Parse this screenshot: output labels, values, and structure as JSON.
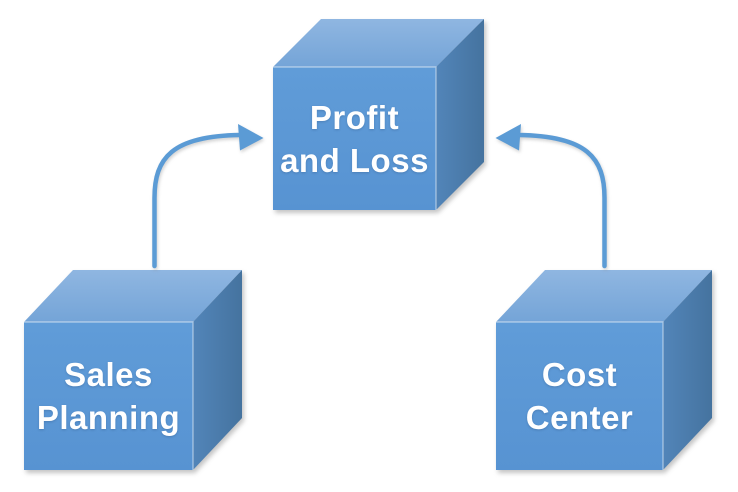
{
  "diagram": {
    "nodes": [
      {
        "id": "profit-and-loss",
        "label": "Profit and Loss",
        "line1": "Profit",
        "line2": "and Loss",
        "position": "top-center",
        "shape": "cube"
      },
      {
        "id": "sales-planning",
        "label": "Sales Planning",
        "line1": "Sales",
        "line2": "Planning",
        "position": "bottom-left",
        "shape": "cube"
      },
      {
        "id": "cost-center",
        "label": "Cost Center",
        "line1": "Cost",
        "line2": "Center",
        "position": "bottom-right",
        "shape": "cube"
      }
    ],
    "connectors": [
      {
        "from": "sales-planning",
        "to": "profit-and-loss",
        "style": "curved-arrow"
      },
      {
        "from": "cost-center",
        "to": "profit-and-loss",
        "style": "curved-arrow"
      }
    ],
    "colors": {
      "cube_front": "#5B98D5",
      "cube_top": "#7DABDB",
      "cube_side": "#4A7CAF",
      "arrow": "#5B9BD5",
      "label_text": "#FFFFFF",
      "background": "#FFFFFF"
    }
  }
}
